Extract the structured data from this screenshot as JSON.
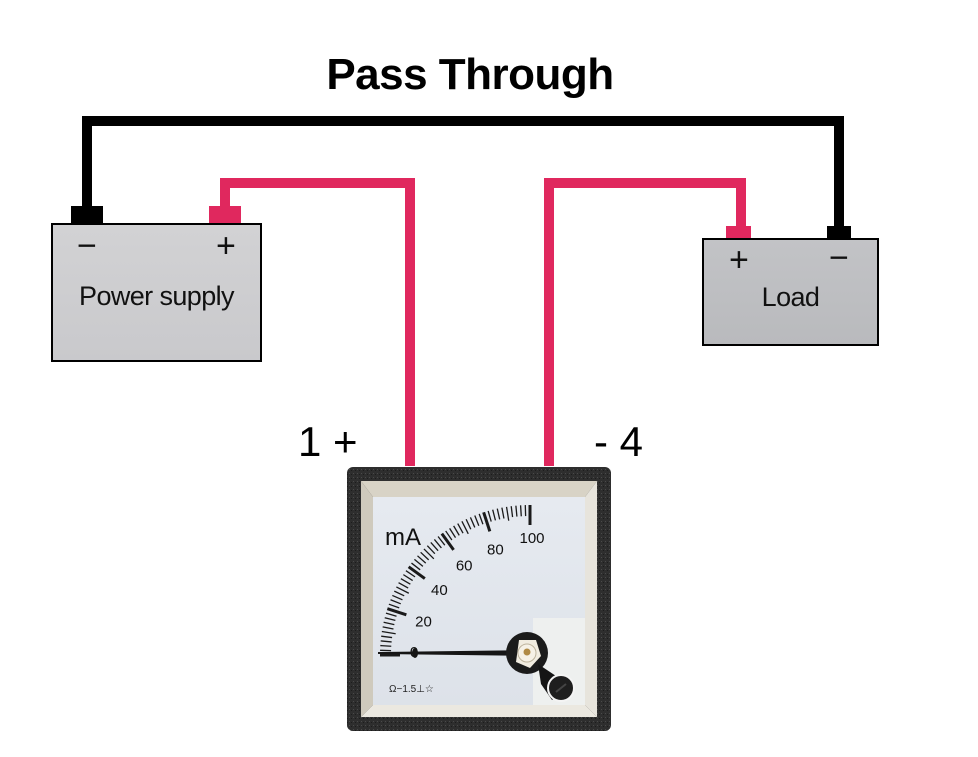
{
  "title": "Pass Through",
  "colors": {
    "positive_wire": "#e0285e",
    "negative_wire": "#000000",
    "power_supply_fill": "#cfcfd2",
    "load_fill": "#bfc0c3",
    "meter_bezel": "#2b2b2b",
    "meter_face": "#e4e8ee"
  },
  "power_supply": {
    "label": "Power supply",
    "negative_sign": "−",
    "positive_sign": "+"
  },
  "load": {
    "label": "Load",
    "positive_sign": "+",
    "negative_sign": "−"
  },
  "meter": {
    "terminal_left_label": "1 +",
    "terminal_right_label": "- 4",
    "unit": "mA",
    "scale_min": 0,
    "scale_max": 100,
    "major_ticks": [
      0,
      20,
      40,
      60,
      80,
      100
    ],
    "minor_tick_step": 2,
    "needle_value": 0,
    "spec_marking": "Ω−1.5⊥☆"
  }
}
